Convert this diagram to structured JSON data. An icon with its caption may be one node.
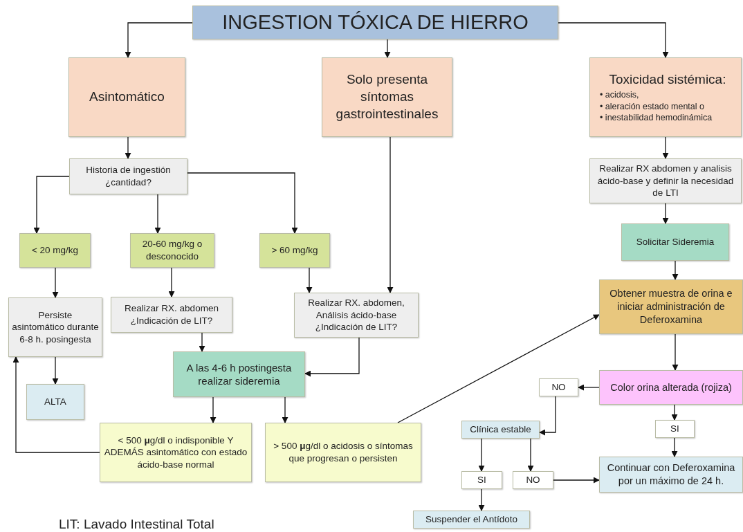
{
  "diagram": {
    "nodes": [
      {
        "text": [
          "INGESTION TÓXICA DE HIERRO"
        ]
      },
      {
        "text": [
          "Asintomático"
        ]
      },
      {
        "text": [
          "Solo presenta síntomas gastrointestinales"
        ]
      },
      {
        "text": [
          "Toxicidad sistémica:",
          "• acidosis,",
          "• aleración estado mental o",
          "• inestabilidad hemodinámica"
        ]
      },
      {
        "text": [
          "Historia de ingestión ¿cantidad?"
        ]
      },
      {
        "text": [
          "< 20 mg/kg"
        ]
      },
      {
        "text": [
          "20-60 mg/kg o desconocido"
        ]
      },
      {
        "text": [
          "> 60 mg/kg"
        ]
      },
      {
        "text": [
          "Persiste asintomático durante 6-8 h. posingesta"
        ]
      },
      {
        "text": [
          "Realizar RX. abdomen ¿Indicación de LIT?"
        ]
      },
      {
        "text": [
          "Realizar RX. abdomen, Análisis ácido-base ¿Indicación de LIT?"
        ]
      },
      {
        "text": [
          "A las 4-6 h postingesta realizar sideremia"
        ]
      },
      {
        "text": [
          "ALTA"
        ]
      },
      {
        "text": [
          "< 500 **μ**g/dl o indisponible Y ADEMÁS asintomático con estado ácido-base normal"
        ]
      },
      {
        "text": [
          "> 500 **μ**g/dl o acidosis o síntomas que progresan o persisten"
        ]
      },
      {
        "text": [
          "Realizar RX abdomen y analisis ácido-base y definir la necesidad de LTI"
        ]
      },
      {
        "text": [
          "Solicitar Sideremia"
        ]
      },
      {
        "text": [
          "Obtener muestra de orina e iniciar administración de Deferoxamina"
        ]
      },
      {
        "text": [
          "Color orina alterada (rojiza)"
        ]
      },
      {
        "text": [
          "NO"
        ]
      },
      {
        "text": [
          "SI"
        ]
      },
      {
        "text": [
          "Clínica estable"
        ]
      },
      {
        "text": [
          "SI"
        ]
      },
      {
        "text": [
          "NO"
        ]
      },
      {
        "text": [
          "Continuar con Deferoxamina por un máximo de 24 h."
        ]
      },
      {
        "text": [
          "Suspender el Antídoto"
        ]
      }
    ],
    "edges": [
      {
        "from": 0,
        "to": 1,
        "arrow": "to"
      },
      {
        "from": 0,
        "to": 2,
        "arrow": "to"
      },
      {
        "from": 0,
        "to": 3,
        "arrow": "to"
      },
      {
        "from": 1,
        "to": 4,
        "arrow": "to"
      },
      {
        "from": 4,
        "to": 5,
        "arrow": "to"
      },
      {
        "from": 4,
        "to": 6,
        "arrow": "to"
      },
      {
        "from": 4,
        "to": 7,
        "arrow": "to"
      },
      {
        "from": 5,
        "to": 8,
        "arrow": "to"
      },
      {
        "from": 6,
        "to": 9,
        "arrow": "to"
      },
      {
        "from": 7,
        "to": 10,
        "arrow": "to"
      },
      {
        "from": 2,
        "to": 10,
        "arrow": "to"
      },
      {
        "from": 8,
        "to": 12,
        "arrow": "to"
      },
      {
        "from": 9,
        "to": 11,
        "arrow": "to"
      },
      {
        "from": 10,
        "to": 11,
        "arrow": "to"
      },
      {
        "from": 11,
        "to": 13,
        "arrow": "to"
      },
      {
        "from": 11,
        "to": 14,
        "arrow": "to"
      },
      {
        "from": 13,
        "to": 8,
        "arrow": "to"
      },
      {
        "from": 14,
        "to": 17,
        "arrow": "to"
      },
      {
        "from": 3,
        "to": 15,
        "arrow": "to"
      },
      {
        "from": 15,
        "to": 16,
        "arrow": "to"
      },
      {
        "from": 16,
        "to": 17,
        "arrow": "to"
      },
      {
        "from": 17,
        "to": 18,
        "arrow": "to"
      },
      {
        "from": 18,
        "to": 19,
        "arrow": "to"
      },
      {
        "from": 18,
        "to": 20,
        "arrow": "to"
      },
      {
        "from": 19,
        "to": 21,
        "arrow": "to"
      },
      {
        "from": 21,
        "to": 22,
        "arrow": "to"
      },
      {
        "from": 21,
        "to": 23,
        "arrow": "to"
      },
      {
        "from": 20,
        "to": 24,
        "arrow": "to"
      },
      {
        "from": 23,
        "to": 24,
        "arrow": "to"
      },
      {
        "from": 22,
        "to": 25,
        "arrow": "to"
      }
    ],
    "labels": [
      "LIT: Lavado Intestinal Total"
    ]
  }
}
